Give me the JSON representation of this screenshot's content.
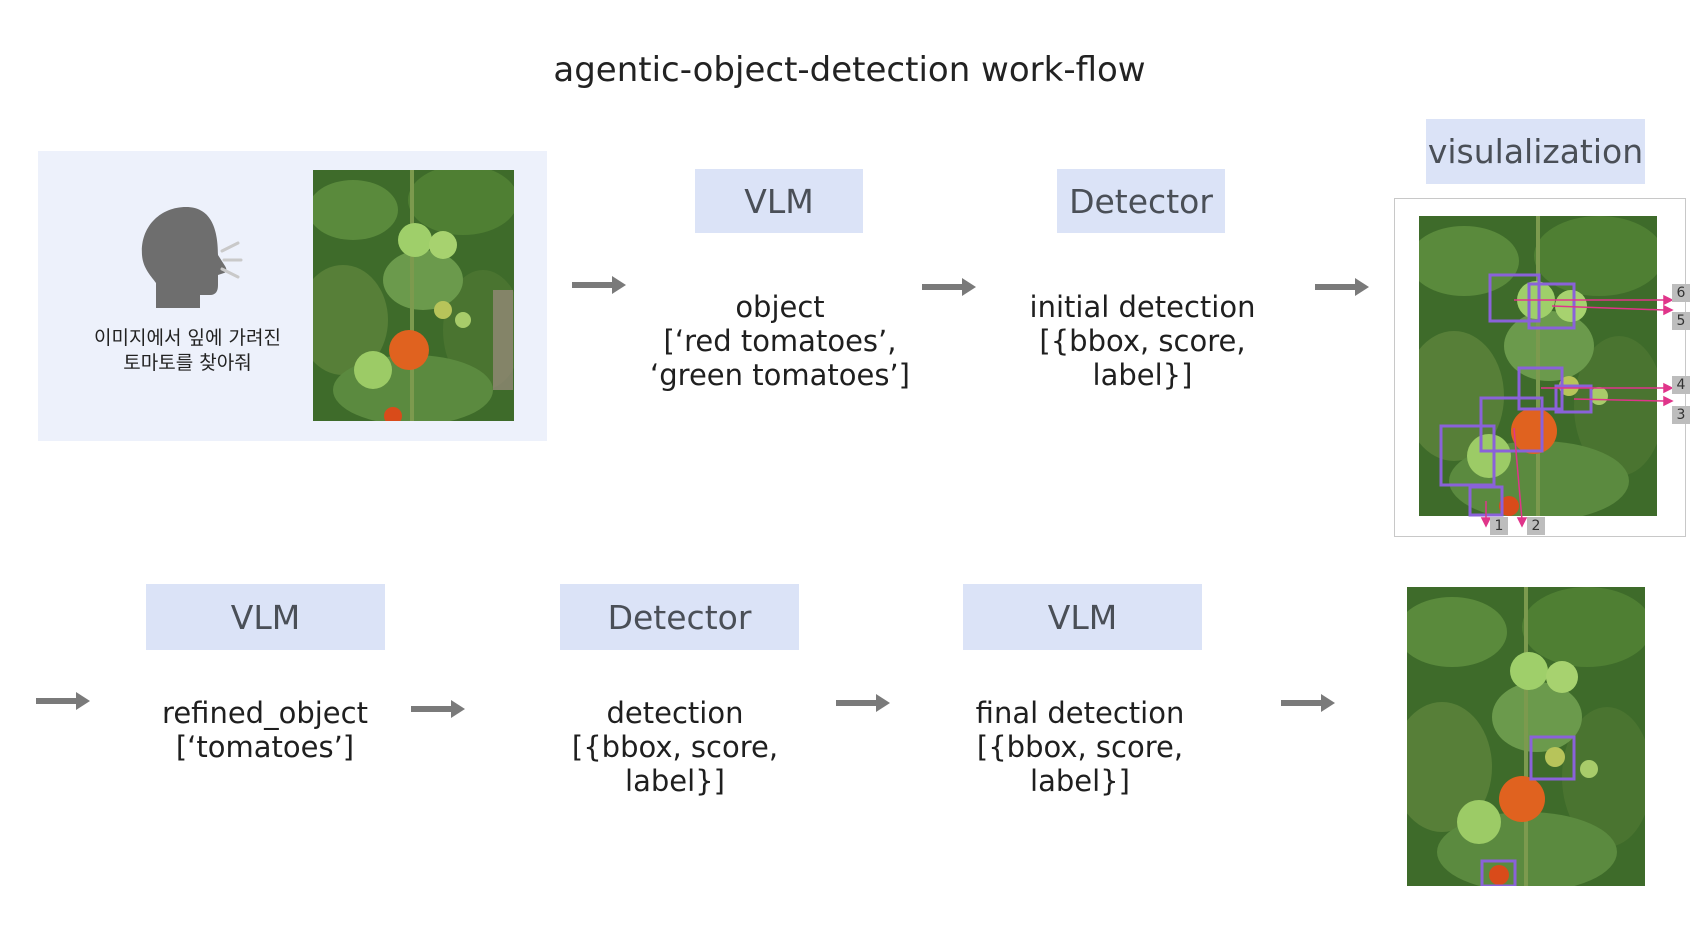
{
  "title": "agentic-object-detection work-flow",
  "colors": {
    "label_box_bg": "#dbe3f7",
    "prompt_panel_bg": "#edf1fb",
    "arrow": "#7a7a7a",
    "bbox": "#8a62d9",
    "tag_arrow": "#e0358a"
  },
  "input": {
    "icon": "speaking-head-icon",
    "prompt_lines": "이미지에서 잎에 가려진\n토마토를 찾아줘",
    "image": "tomato-plant-photo"
  },
  "row1": {
    "vlm_label": "VLM",
    "vlm_output": "object\n[‘red tomatoes’,\n‘green tomatoes’]",
    "detector_label": "Detector",
    "detector_output": "initial detection\n[{bbox, score, label}]",
    "vis_label": "visulalization",
    "tags": [
      "1",
      "2",
      "3",
      "4",
      "5",
      "6"
    ]
  },
  "row2": {
    "vlm1_label": "VLM",
    "vlm1_output": "refined_object\n[‘tomatoes’]",
    "detector_label": "Detector",
    "detector_output": "detection\n[{bbox, score, label}]",
    "vlm2_label": "VLM",
    "vlm2_output": "final detection\n[{bbox, score, label}]"
  }
}
